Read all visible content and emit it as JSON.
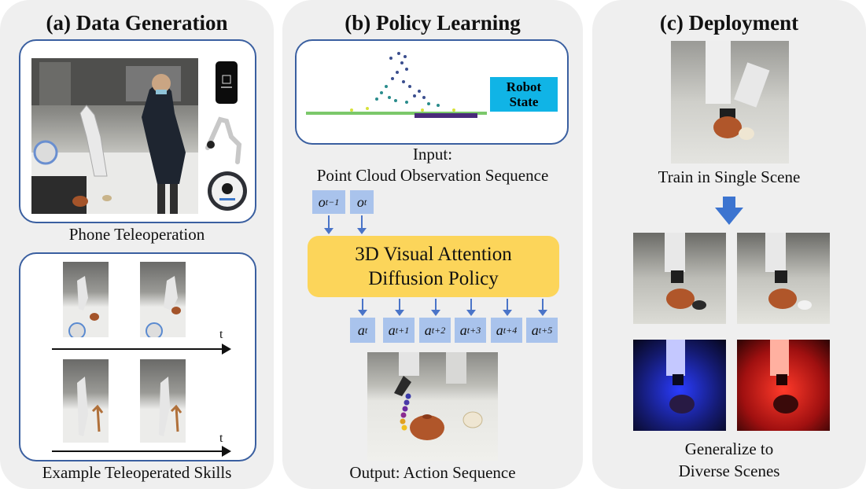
{
  "panel_a": {
    "title": "(a) Data Generation",
    "caption_top": "Phone Teleoperation",
    "caption_bottom": "Example Teleoperated Skills",
    "time_label_1": "t",
    "time_label_2": "t"
  },
  "panel_b": {
    "title": "(b) Policy Learning",
    "robot_state_label": "Robot\nState",
    "input_caption_line1": "Input:",
    "input_caption_line2": "Point Cloud Observation Sequence",
    "obs_tokens": [
      "o_{t-1}",
      "o_t"
    ],
    "policy_label_line1": "3D Visual Attention",
    "policy_label_line2": "Diffusion Policy",
    "action_tokens": [
      "a_t",
      "a_{t+1}",
      "a_{t+2}",
      "a_{t+3}",
      "a_{t+4}",
      "a_{t+5}"
    ],
    "output_caption": "Output: Action Sequence"
  },
  "panel_c": {
    "title": "(c) Deployment",
    "caption_train": "Train in Single Scene",
    "caption_general_line1": "Generalize to",
    "caption_general_line2": "Diverse Scenes"
  },
  "colors": {
    "panel_bg": "#efefef",
    "frame_border": "#3a5fa0",
    "token_bg": "#a9c3ec",
    "policy_box": "#fcd55a",
    "robot_state_box": "#10b4e6",
    "arrow": "#4a74c8"
  }
}
